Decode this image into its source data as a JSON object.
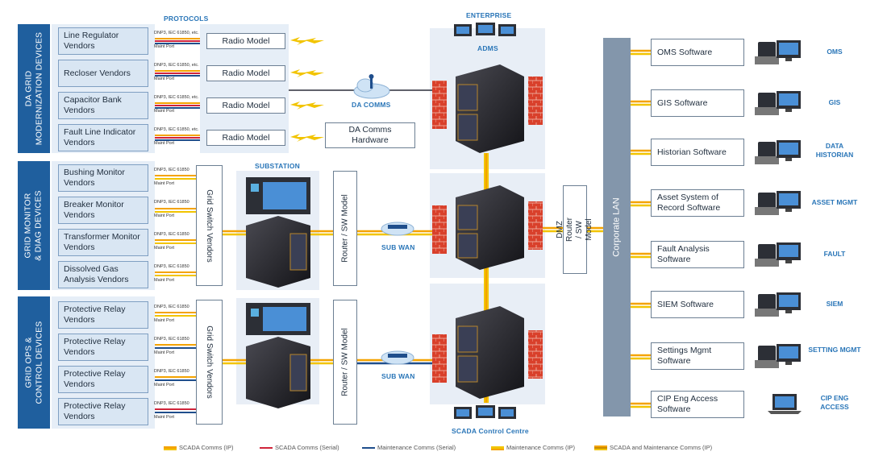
{
  "headings": {
    "protocols": "PROTOCOLS",
    "enterprise": "ENTERPRISE",
    "adms": "ADMS",
    "substation": "SUBSTATION",
    "scada_cc": "SCADA Control  Centre",
    "da_comms": "DA COMMS",
    "sub_wan_1": "SUB WAN",
    "sub_wan_2": "SUB WAN"
  },
  "groups": [
    {
      "line1": "DA GRID",
      "line2": "MODERNIZATION DEVICES"
    },
    {
      "line1": "GRID MONITOR",
      "line2": "& DIAG DEVICES"
    },
    {
      "line1": "GRID OPS &",
      "line2": "CONTROL DEVICES"
    }
  ],
  "vendors": [
    {
      "label": "Line Regulator Vendors",
      "proto": "DNP3, IEC 61850, etc.",
      "maint": "Maint Port"
    },
    {
      "label": "Recloser Vendors",
      "proto": "DNP3, IEC 61850, etc.",
      "maint": "Maint Port"
    },
    {
      "label": "Capacitor Bank Vendors",
      "proto": "DNP3, IEC 61850, etc.",
      "maint": "Maint Port"
    },
    {
      "label": "Fault Line Indicator Vendors",
      "proto": "DNP3, IEC 61850, etc.",
      "maint": "Maint Port"
    },
    {
      "label": "Bushing Monitor Vendors",
      "proto": "DNP3, IEC 61850",
      "maint": "Maint Port"
    },
    {
      "label": "Breaker Monitor Vendors",
      "proto": "DNP3, IEC 61850",
      "maint": "Maint Port"
    },
    {
      "label": "Transformer Monitor Vendors",
      "proto": "DNP3, IEC 61850",
      "maint": "Maint Port"
    },
    {
      "label": "Dissolved Gas Analysis Vendors",
      "proto": "DNP3, IEC 61850",
      "maint": "Maint Port"
    },
    {
      "label": "Protective Relay Vendors",
      "proto": "DNP3, IEC 61850",
      "maint": "Maint Port"
    },
    {
      "label": "Protective Relay Vendors",
      "proto": "DNP3, IEC 61850",
      "maint": "Maint Port"
    },
    {
      "label": "Protective Relay Vendors",
      "proto": "DNP3, IEC 61850",
      "maint": "Maint Port"
    },
    {
      "label": "Protective Relay Vendors",
      "proto": "DNP3, IEC 61850",
      "maint": "Maint Port"
    }
  ],
  "radio_model": "Radio Model",
  "da_comms_hardware": "DA Comms Hardware",
  "grid_switch_vendors": "Grid Switch Vendors",
  "router_sw_model": "Router / SW Model",
  "dmz_router": "DMZ Router / SW Model",
  "corporate_lan": "Corporate LAN",
  "systems": [
    {
      "software": "OMS Software",
      "label": "OMS"
    },
    {
      "software": "GIS Software",
      "label": "GIS"
    },
    {
      "software": "Historian Software",
      "label": "DATA HISTORIAN"
    },
    {
      "software": "Asset System of Record Software",
      "label": "ASSET MGMT"
    },
    {
      "software": "Fault Analysis Software",
      "label": "FAULT"
    },
    {
      "software": "SIEM Software",
      "label": "SIEM"
    },
    {
      "software": "Settings Mgmt Software",
      "label": "SETTING MGMT"
    },
    {
      "software": "CIP Eng Access Software",
      "label": "CIP ENG ACCESS"
    }
  ],
  "legend": [
    {
      "label": "SCADA Comms (IP)",
      "color": "#f4a300"
    },
    {
      "label": "SCADA Comms (Serial)",
      "color": "#d0243a"
    },
    {
      "label": "Maintenance Comms (Serial)",
      "color": "#1f4e8c"
    },
    {
      "label": "Maintenance Comms (IP)",
      "color": "#f2c400"
    },
    {
      "label": "SCADA and Maintenance Comms (IP)",
      "color": "#c98a00"
    }
  ]
}
